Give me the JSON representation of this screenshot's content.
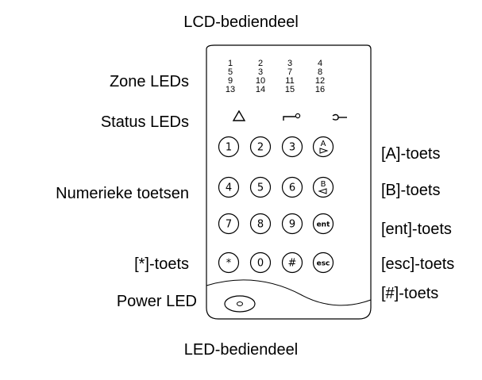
{
  "title_top": "LCD-bediendeel",
  "title_bottom": "LED-bediendeel",
  "left_labels": {
    "zone_leds": "Zone LEDs",
    "status_leds": "Status LEDs",
    "numeric_keys": "Numerieke toetsen",
    "star_key": "[*]-toets",
    "power_led": "Power LED"
  },
  "right_labels": {
    "a_key": "[A]-toets",
    "b_key": "[B]-toets",
    "ent_key": "[ent]-toets",
    "esc_key": "[esc]-toets",
    "hash_key": "[#]-toets"
  },
  "zone_numbers": [
    [
      "1",
      "5",
      "9",
      "13"
    ],
    [
      "2",
      "3",
      "10",
      "14"
    ],
    [
      "3",
      "7",
      "11",
      "15"
    ],
    [
      "4",
      "8",
      "12",
      "16"
    ]
  ],
  "keys": [
    [
      "1",
      "2",
      "3",
      "A"
    ],
    [
      "4",
      "5",
      "6",
      "B"
    ],
    [
      "7",
      "8",
      "9",
      "ent"
    ],
    [
      "*",
      "0",
      "#",
      "esc"
    ]
  ],
  "status_icons": [
    "triangle-icon",
    "key-icon",
    "wrench-icon"
  ],
  "power_icon": "power-led-icon"
}
